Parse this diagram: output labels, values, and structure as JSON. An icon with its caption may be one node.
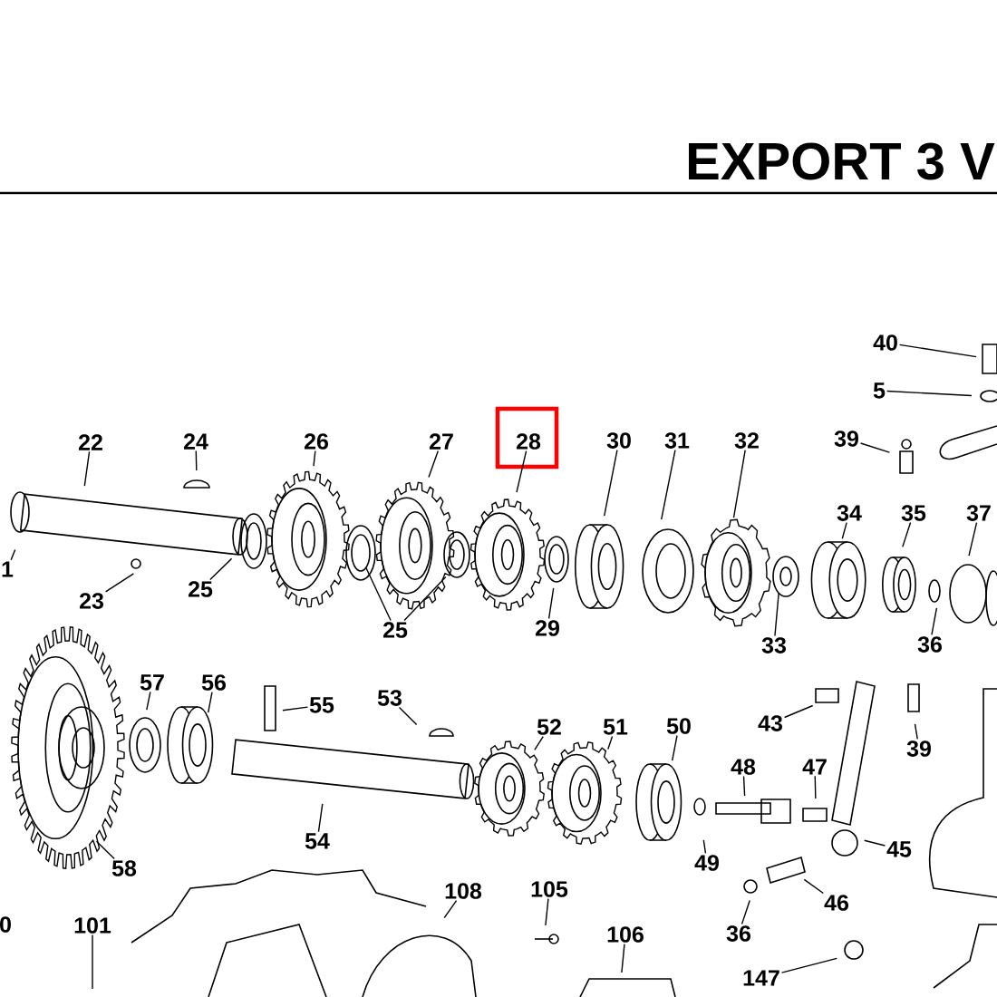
{
  "diagram": {
    "title": "EXPORT 3 V",
    "nodes": [
      {
        "text": [
          "40"
        ]
      },
      {
        "text": [
          "5"
        ]
      },
      {
        "text": [
          "22"
        ]
      },
      {
        "text": [
          "24"
        ]
      },
      {
        "text": [
          "26"
        ]
      },
      {
        "text": [
          "27"
        ]
      },
      {
        "text": [
          "28"
        ]
      },
      {
        "text": [
          "30"
        ]
      },
      {
        "text": [
          "31"
        ]
      },
      {
        "text": [
          "32"
        ]
      },
      {
        "text": [
          "39"
        ]
      },
      {
        "text": [
          "34"
        ]
      },
      {
        "text": [
          "35"
        ]
      },
      {
        "text": [
          "37"
        ]
      },
      {
        "text": [
          "1"
        ]
      },
      {
        "text": [
          "23"
        ]
      },
      {
        "text": [
          "25"
        ]
      },
      {
        "text": [
          "25"
        ]
      },
      {
        "text": [
          "29"
        ]
      },
      {
        "text": [
          "33"
        ]
      },
      {
        "text": [
          "36"
        ]
      },
      {
        "text": [
          "57"
        ]
      },
      {
        "text": [
          "56"
        ]
      },
      {
        "text": [
          "55"
        ]
      },
      {
        "text": [
          "53"
        ]
      },
      {
        "text": [
          "52"
        ]
      },
      {
        "text": [
          "51"
        ]
      },
      {
        "text": [
          "50"
        ]
      },
      {
        "text": [
          "43"
        ]
      },
      {
        "text": [
          "39"
        ]
      },
      {
        "text": [
          "48"
        ]
      },
      {
        "text": [
          "47"
        ]
      },
      {
        "text": [
          "54"
        ]
      },
      {
        "text": [
          "45"
        ]
      },
      {
        "text": [
          "49"
        ]
      },
      {
        "text": [
          "58"
        ]
      },
      {
        "text": [
          "105"
        ]
      },
      {
        "text": [
          "108"
        ]
      },
      {
        "text": [
          "46"
        ]
      },
      {
        "text": [
          "101"
        ]
      },
      {
        "text": [
          "36"
        ]
      },
      {
        "text": [
          "106"
        ]
      },
      {
        "text": [
          "147"
        ]
      }
    ],
    "edges": [
      {
        "from": 0,
        "to": null,
        "arrow": "none"
      },
      {
        "from": 1,
        "to": null,
        "arrow": "none"
      },
      {
        "from": 2,
        "to": null,
        "arrow": "none"
      },
      {
        "from": 3,
        "to": null,
        "arrow": "none"
      },
      {
        "from": 4,
        "to": null,
        "arrow": "none"
      },
      {
        "from": 5,
        "to": null,
        "arrow": "none"
      },
      {
        "from": 6,
        "to": null,
        "arrow": "none"
      },
      {
        "from": 7,
        "to": null,
        "arrow": "none"
      },
      {
        "from": 8,
        "to": null,
        "arrow": "none"
      },
      {
        "from": 9,
        "to": null,
        "arrow": "none"
      },
      {
        "from": 10,
        "to": null,
        "arrow": "none"
      },
      {
        "from": 11,
        "to": null,
        "arrow": "none"
      },
      {
        "from": 12,
        "to": null,
        "arrow": "none"
      },
      {
        "from": 13,
        "to": null,
        "arrow": "none"
      },
      {
        "from": 14,
        "to": null,
        "arrow": "none"
      },
      {
        "from": 15,
        "to": null,
        "arrow": "none"
      },
      {
        "from": 16,
        "to": null,
        "arrow": "none"
      },
      {
        "from": 17,
        "to": null,
        "arrow": "none"
      },
      {
        "from": 17,
        "to": null,
        "arrow": "none"
      },
      {
        "from": 18,
        "to": null,
        "arrow": "none"
      },
      {
        "from": 19,
        "to": null,
        "arrow": "none"
      },
      {
        "from": 20,
        "to": null,
        "arrow": "none"
      },
      {
        "from": 21,
        "to": null,
        "arrow": "none"
      },
      {
        "from": 22,
        "to": null,
        "arrow": "none"
      },
      {
        "from": 23,
        "to": null,
        "arrow": "none"
      },
      {
        "from": 24,
        "to": null,
        "arrow": "none"
      },
      {
        "from": 25,
        "to": null,
        "arrow": "none"
      },
      {
        "from": 26,
        "to": null,
        "arrow": "none"
      },
      {
        "from": 27,
        "to": null,
        "arrow": "none"
      },
      {
        "from": 28,
        "to": null,
        "arrow": "none"
      },
      {
        "from": 29,
        "to": null,
        "arrow": "none"
      },
      {
        "from": 30,
        "to": null,
        "arrow": "none"
      },
      {
        "from": 31,
        "to": null,
        "arrow": "none"
      },
      {
        "from": 32,
        "to": null,
        "arrow": "none"
      },
      {
        "from": 33,
        "to": null,
        "arrow": "none"
      },
      {
        "from": 34,
        "to": null,
        "arrow": "none"
      },
      {
        "from": 35,
        "to": null,
        "arrow": "none"
      },
      {
        "from": 36,
        "to": null,
        "arrow": "none"
      },
      {
        "from": 37,
        "to": null,
        "arrow": "none"
      },
      {
        "from": 38,
        "to": null,
        "arrow": "none"
      },
      {
        "from": 39,
        "to": null,
        "arrow": "none"
      },
      {
        "from": 40,
        "to": null,
        "arrow": "none"
      },
      {
        "from": 41,
        "to": null,
        "arrow": "none"
      },
      {
        "from": 42,
        "to": null,
        "arrow": "none"
      }
    ],
    "labels": [
      "0"
    ]
  }
}
